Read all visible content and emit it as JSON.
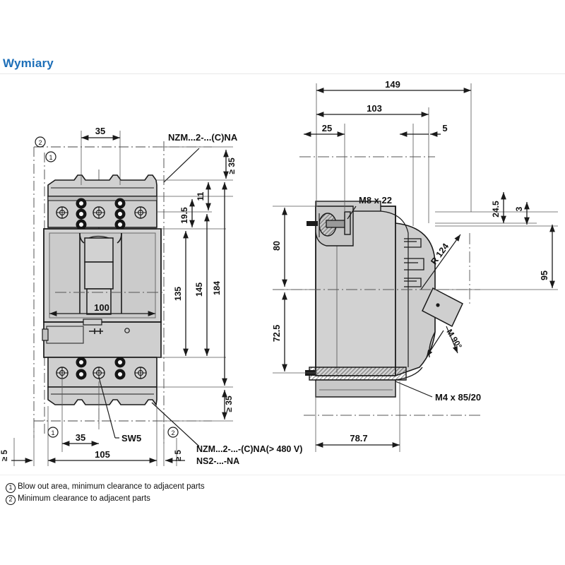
{
  "page": {
    "title": "Wymiary",
    "title_color": "#1d6fb8",
    "background": "#ffffff"
  },
  "legend": {
    "items": [
      {
        "marker": "1",
        "text": "Blow out area, minimum clearance to adjacent parts"
      },
      {
        "marker": "2",
        "text": "Minimum clearance to adjacent parts"
      }
    ]
  },
  "front_view": {
    "name": "front-elevation",
    "callouts": [
      {
        "id": "top-type-label",
        "text": "NZM...2-...(C)NA"
      },
      {
        "id": "bottom-type-label-1",
        "text": "NZM...2-...-(C)NA(> 480 V)"
      },
      {
        "id": "bottom-type-label-2",
        "text": "NS2-...-NA"
      },
      {
        "id": "screw-size",
        "text": "SW5"
      }
    ],
    "markers": [
      {
        "id": "marker-2-top",
        "text": "2"
      },
      {
        "id": "marker-1-top",
        "text": "1"
      },
      {
        "id": "marker-1-bottom",
        "text": "1"
      },
      {
        "id": "marker-2-bottom",
        "text": "2"
      }
    ],
    "dimensions_horizontal": [
      {
        "id": "pole-pitch-top",
        "text": "35"
      },
      {
        "id": "width-inner",
        "text": "100"
      },
      {
        "id": "pole-pitch-bottom",
        "text": "35"
      },
      {
        "id": "overall-width",
        "text": "105"
      },
      {
        "id": "clearance-left",
        "text": "≥ 5"
      },
      {
        "id": "clearance-right",
        "text": "≥ 5"
      }
    ],
    "dimensions_vertical": [
      {
        "id": "clearance-top",
        "text": "≥ 35"
      },
      {
        "id": "terminal-height-11",
        "text": "11"
      },
      {
        "id": "terminal-height-195",
        "text": "19.5"
      },
      {
        "id": "body-height-135",
        "text": "135"
      },
      {
        "id": "body-height-145",
        "text": "145"
      },
      {
        "id": "overall-height-184",
        "text": "184"
      },
      {
        "id": "clearance-bottom",
        "text": "≥ 35"
      }
    ]
  },
  "side_view": {
    "name": "side-elevation",
    "callouts": [
      {
        "id": "terminal-bolt",
        "text": "M8 x 22"
      },
      {
        "id": "mounting-screw",
        "text": "M4 x 85/20"
      },
      {
        "id": "handle-radius",
        "text": "R 124"
      },
      {
        "id": "handle-angle",
        "text": "M 90°"
      }
    ],
    "dimensions_horizontal": [
      {
        "id": "overall-depth-149",
        "text": "149"
      },
      {
        "id": "depth-103",
        "text": "103"
      },
      {
        "id": "depth-25",
        "text": "25"
      },
      {
        "id": "depth-5",
        "text": "5"
      },
      {
        "id": "base-depth-787",
        "text": "78.7"
      }
    ],
    "dimensions_vertical": [
      {
        "id": "height-80",
        "text": "80"
      },
      {
        "id": "height-725",
        "text": "72.5"
      },
      {
        "id": "height-245",
        "text": "24.5"
      },
      {
        "id": "height-3",
        "text": "3"
      },
      {
        "id": "height-95",
        "text": "95"
      }
    ]
  },
  "style": {
    "line_color": "#1a1a1a",
    "thin_line_color": "#5a5a5a",
    "fill_light": "#d9d9d9",
    "fill_mid": "#c9c9c9",
    "fill_dark": "#b5b5b5"
  }
}
